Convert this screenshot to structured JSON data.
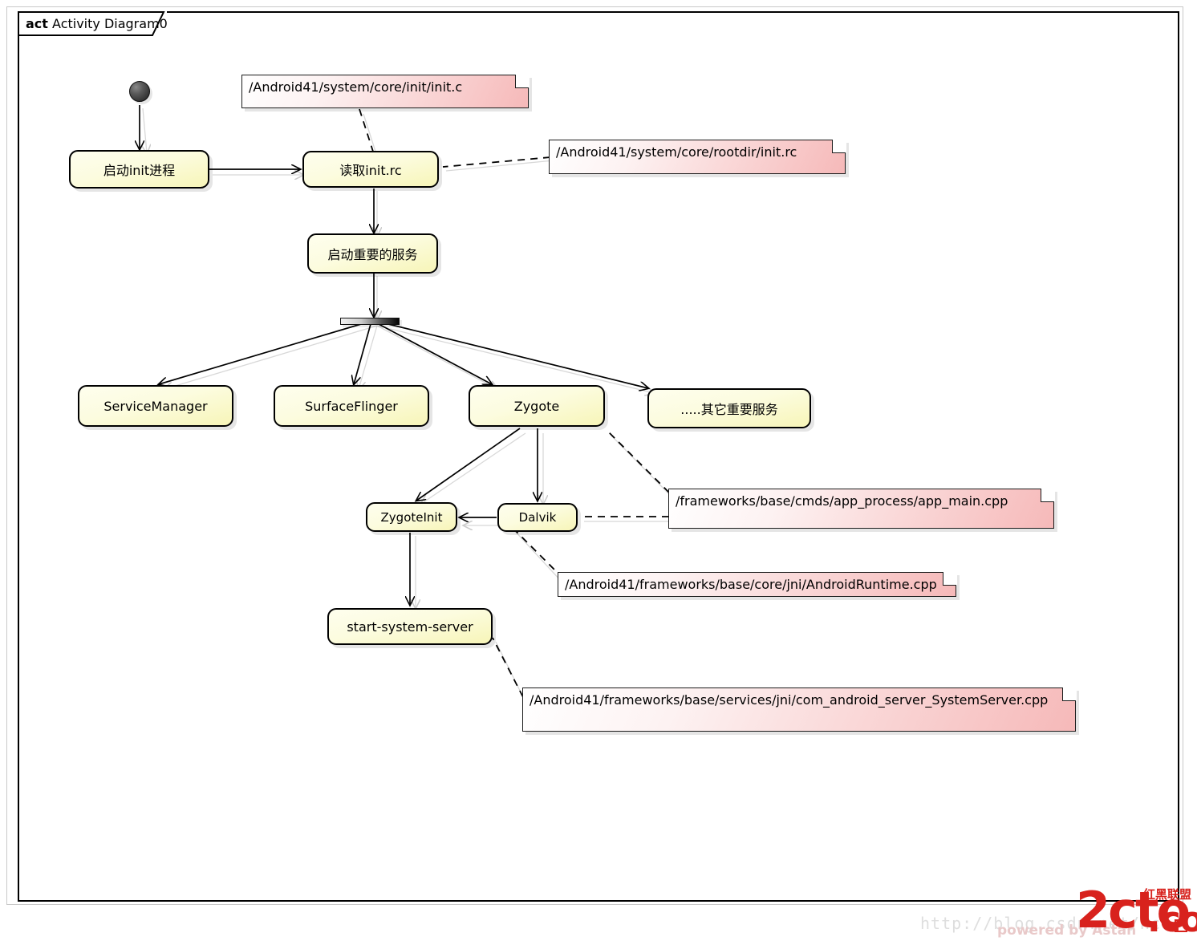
{
  "frame": {
    "stereotype": "act",
    "title": "Activity Diagram0"
  },
  "nodes": [
    {
      "id": "start",
      "label": "",
      "type": "initial-node"
    },
    {
      "id": "init-process",
      "label": "启动init进程",
      "type": "activity"
    },
    {
      "id": "read-initrc",
      "label": "读取init.rc",
      "type": "activity"
    },
    {
      "id": "start-services",
      "label": "启动重要的服务",
      "type": "activity"
    },
    {
      "id": "fork",
      "label": "",
      "type": "fork-bar"
    },
    {
      "id": "servicemanager",
      "label": "ServiceManager",
      "type": "activity"
    },
    {
      "id": "surfaceflinger",
      "label": "SurfaceFlinger",
      "type": "activity"
    },
    {
      "id": "zygote",
      "label": "Zygote",
      "type": "activity"
    },
    {
      "id": "other-services",
      "label": ".....其它重要服务",
      "type": "activity"
    },
    {
      "id": "zygoteinit",
      "label": "ZygoteInit",
      "type": "activity"
    },
    {
      "id": "dalvik",
      "label": "Dalvik",
      "type": "activity"
    },
    {
      "id": "start-sys-server",
      "label": "start-system-server",
      "type": "activity"
    }
  ],
  "notes": [
    {
      "id": "note-init-c",
      "text": "/Android41/system/core/init/init.c",
      "attached_to": "read-initrc"
    },
    {
      "id": "note-init-rc",
      "text": "/Android41/system/core/rootdir/init.rc",
      "attached_to": "read-initrc"
    },
    {
      "id": "note-app-main",
      "text": "/frameworks/base/cmds/app_process/app_main.cpp",
      "attached_to": "zygote"
    },
    {
      "id": "note-androidruntime",
      "text": "/Android41/frameworks/base/core/jni/AndroidRuntime.cpp",
      "attached_to": "dalvik"
    },
    {
      "id": "note-systemserver",
      "text": "/Android41/frameworks/base/services/jni/com_android_server_SystemServer.cpp",
      "attached_to": "start-sys-server"
    }
  ],
  "edges": [
    {
      "from": "start",
      "to": "init-process",
      "style": "solid"
    },
    {
      "from": "init-process",
      "to": "read-initrc",
      "style": "solid"
    },
    {
      "from": "read-initrc",
      "to": "start-services",
      "style": "solid"
    },
    {
      "from": "start-services",
      "to": "fork",
      "style": "solid"
    },
    {
      "from": "fork",
      "to": "servicemanager",
      "style": "solid"
    },
    {
      "from": "fork",
      "to": "surfaceflinger",
      "style": "solid"
    },
    {
      "from": "fork",
      "to": "zygote",
      "style": "solid"
    },
    {
      "from": "fork",
      "to": "other-services",
      "style": "solid"
    },
    {
      "from": "zygote",
      "to": "zygoteinit",
      "style": "solid"
    },
    {
      "from": "zygote",
      "to": "dalvik",
      "style": "solid"
    },
    {
      "from": "dalvik",
      "to": "zygoteinit",
      "style": "solid"
    },
    {
      "from": "zygoteinit",
      "to": "start-sys-server",
      "style": "solid"
    },
    {
      "from": "note-init-c",
      "to": "read-initrc",
      "style": "dashed"
    },
    {
      "from": "note-init-rc",
      "to": "read-initrc",
      "style": "dashed"
    },
    {
      "from": "note-app-main",
      "to": "zygote",
      "style": "dashed"
    },
    {
      "from": "note-app-main",
      "to": "dalvik",
      "style": "dashed"
    },
    {
      "from": "note-androidruntime",
      "to": "dalvik",
      "style": "dashed"
    },
    {
      "from": "note-systemserver",
      "to": "start-sys-server",
      "style": "dashed"
    }
  ],
  "colors": {
    "node_fill": "#fcfcdf",
    "node_border": "#000000",
    "note_fill": "#f6b9b9",
    "note_border": "#1b1b1b",
    "watermark_red": "#d8221d"
  },
  "watermark": {
    "url": "http://blog.csdn.net/hcr",
    "powered": "powered by Astah",
    "logo": "2cto",
    "logo_suffix": ".com",
    "cn_text": "红黑联盟"
  }
}
